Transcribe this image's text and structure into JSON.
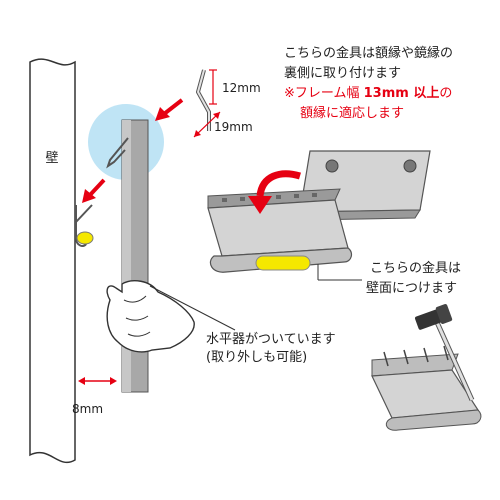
{
  "labels": {
    "wall": "壁",
    "dim_12": "12mm",
    "dim_19": "19mm",
    "dim_8": "8mm",
    "note_line1": "こちらの金具は額縁や鏡縁の",
    "note_line2": "裏側に取り付けます",
    "note_red_prefix": "※フレーム幅 ",
    "note_red_bold": "13mm 以上",
    "note_red_suffix": "の",
    "note_red_line2": "額縁に適応します",
    "wall_fit_line1": "こちらの金具は",
    "wall_fit_line2": "壁面につけます",
    "level_line1": "水平器がついています",
    "level_line2": "(取り外しも可能)"
  },
  "colors": {
    "red": "#e60012",
    "highlight_blue": "#bfe4f5",
    "level_yellow": "#f5e800",
    "metal_gray": "#c9c9c9",
    "dark_gray": "#8a8a8a"
  },
  "icons": [
    "arrow-icon",
    "hammer-icon",
    "nail-icon",
    "glove-hand-icon"
  ]
}
